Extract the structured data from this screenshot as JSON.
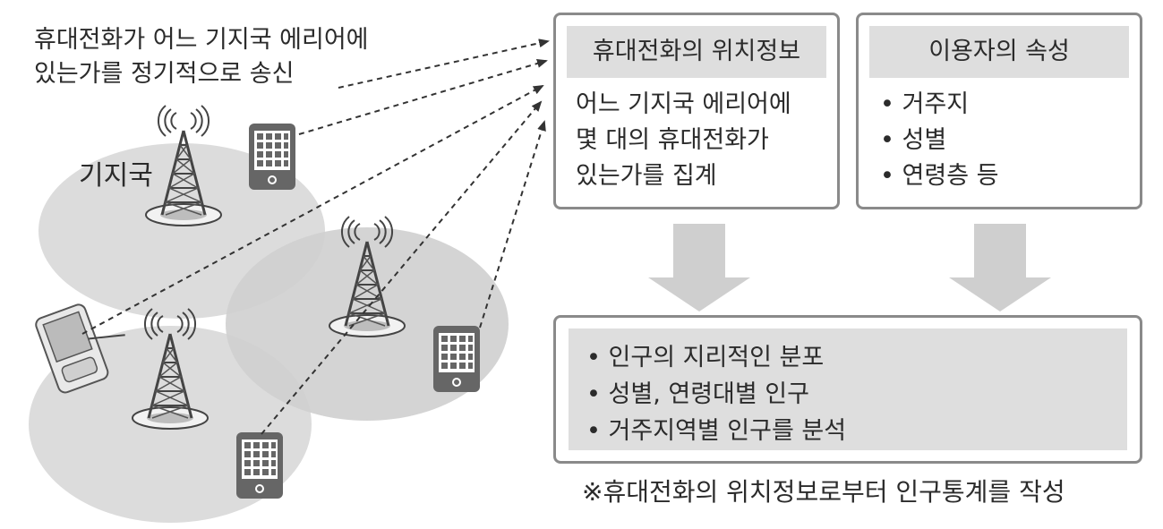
{
  "intro": {
    "line1": "휴대전화가 어느 기지국 에리어에",
    "line2": "있는가를 정기적으로 송신"
  },
  "base_station_label": "기지국",
  "location_box": {
    "title": "휴대전화의 위치정보",
    "lines": [
      "어느 기지국 에리어에",
      "몇 대의 휴대전화가",
      "있는가를 집계"
    ]
  },
  "user_box": {
    "title": "이용자의 속성",
    "items": [
      "• 거주지",
      "• 성별",
      "• 연령층 등"
    ]
  },
  "result_box": {
    "items": [
      "• 인구의 지리적인 분포",
      "• 성별, 연령대별 인구",
      "• 거주지역별 인구를 분석"
    ]
  },
  "footnote": "※휴대전화의 위치정보로부터 인구통계를 작성",
  "colors": {
    "area_fill": "#dcdcdc",
    "box_border": "#8a8a8a",
    "head_fill": "#dedede",
    "arrow_fill": "#cfcfcf",
    "device_dark": "#666666"
  }
}
